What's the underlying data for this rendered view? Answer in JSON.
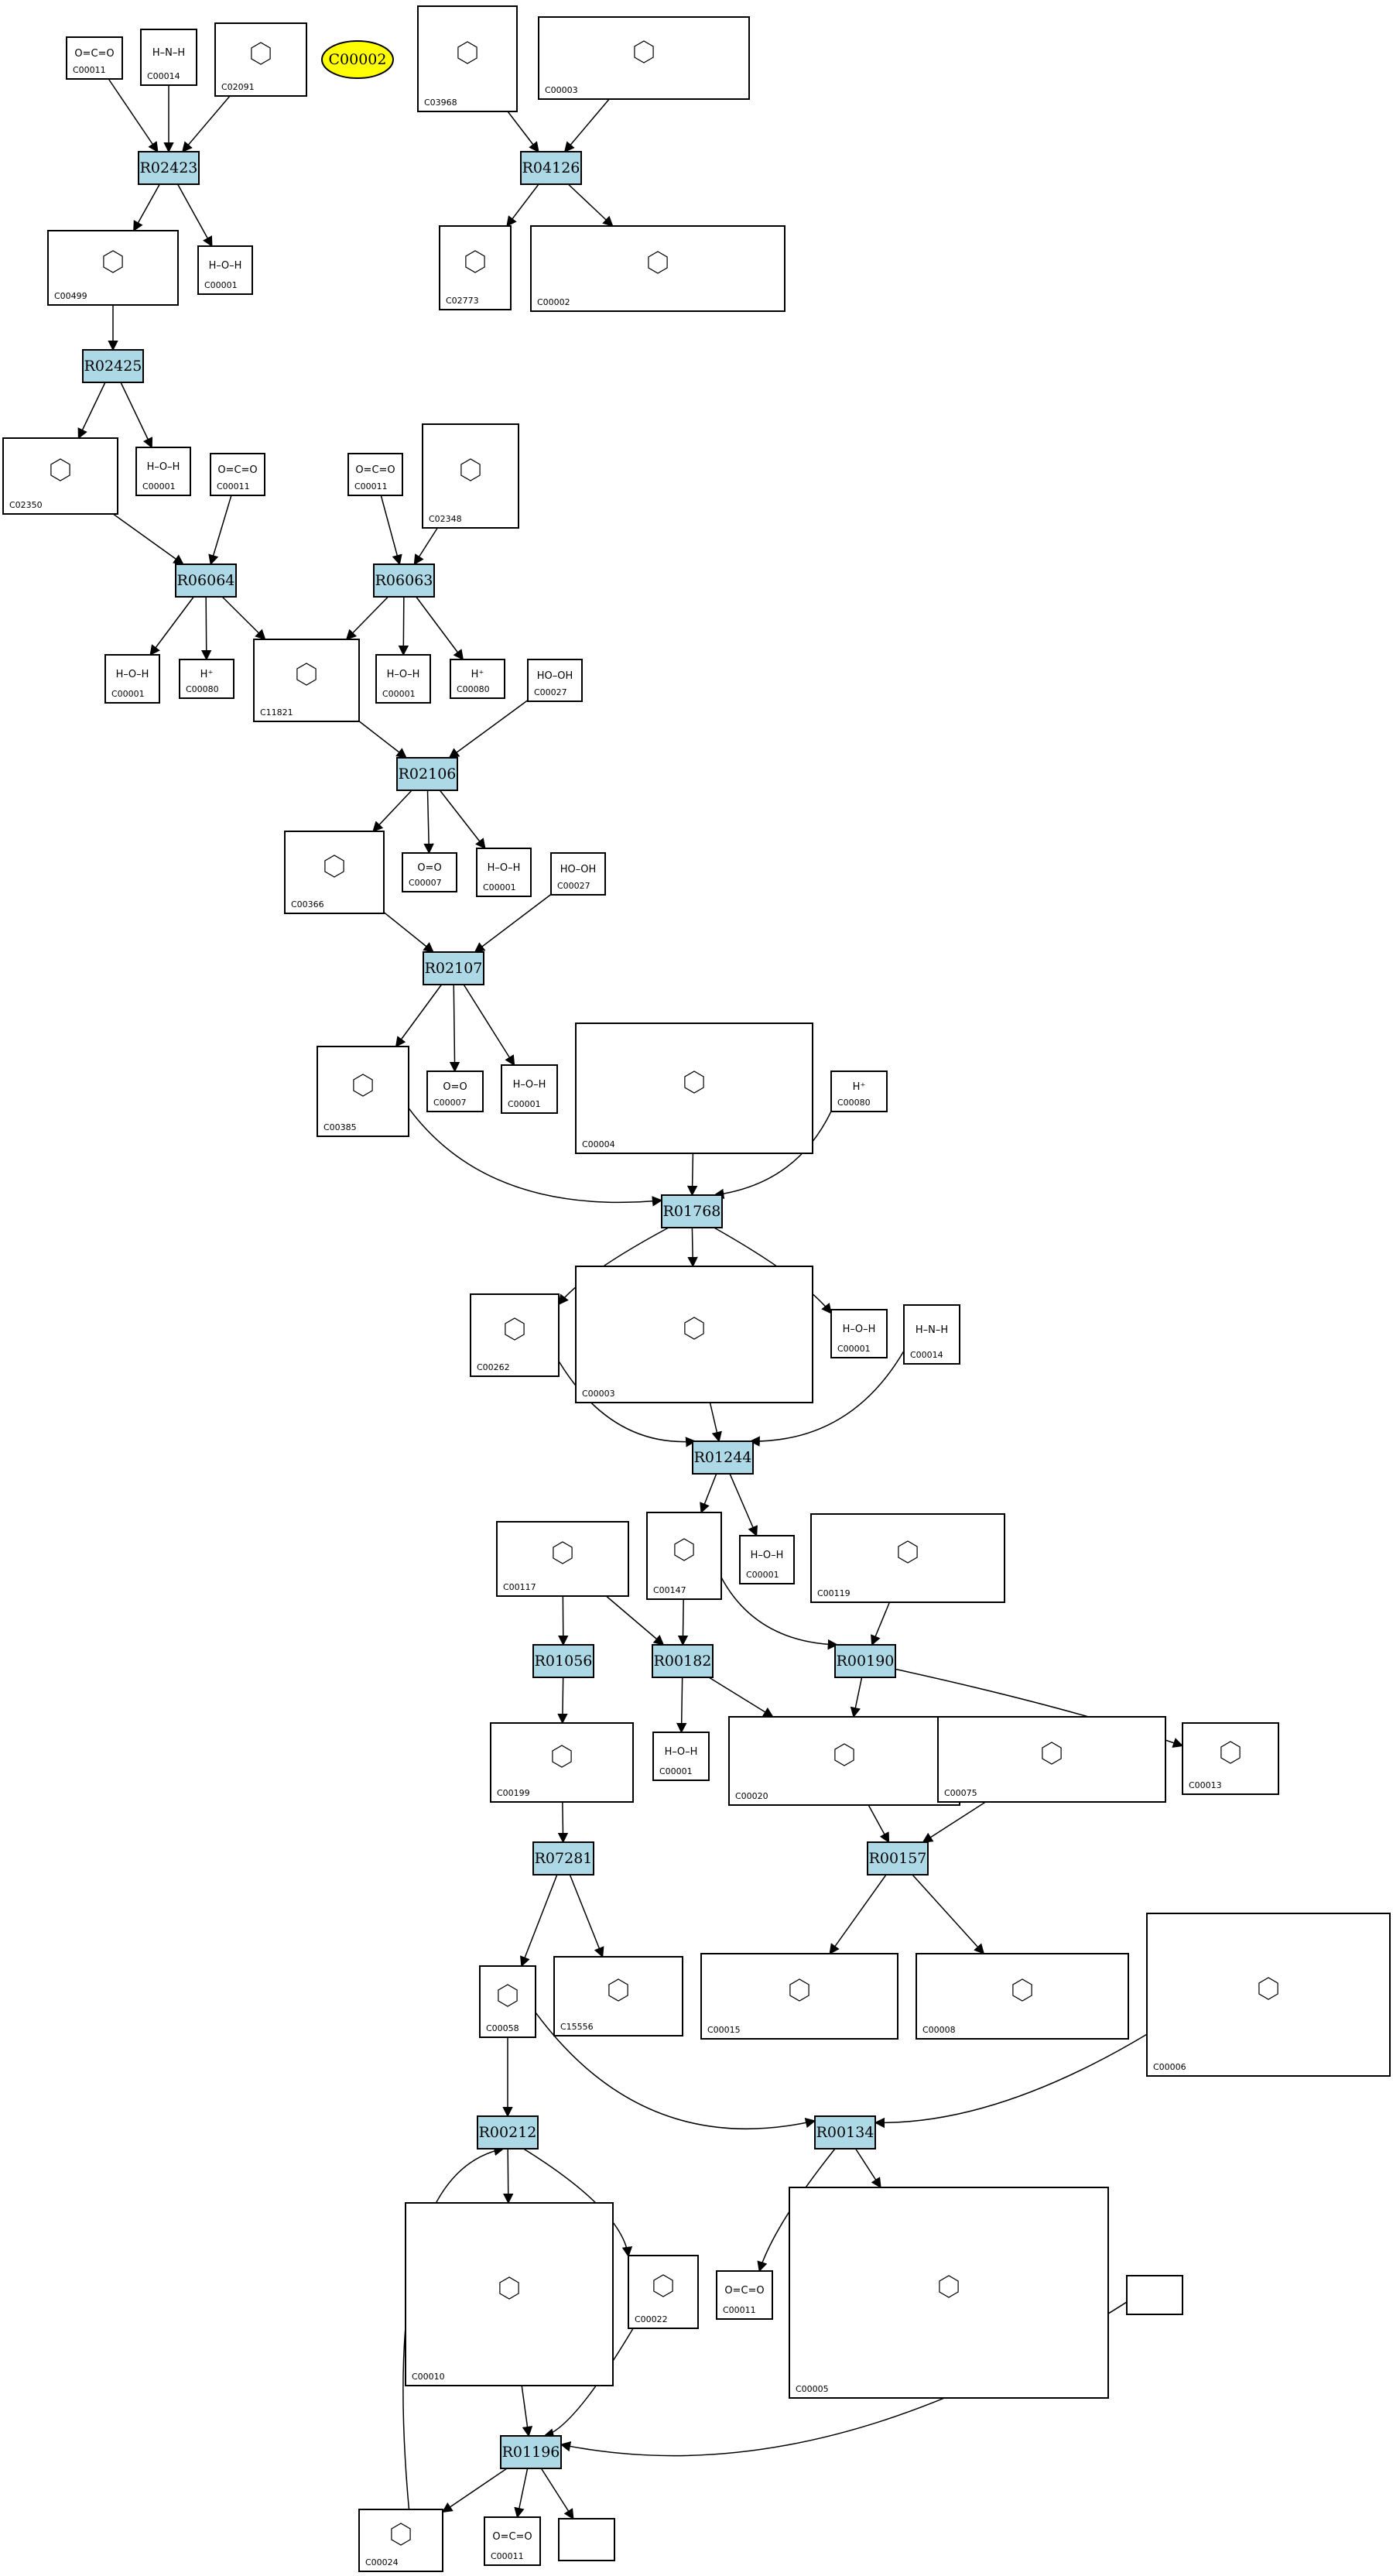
{
  "highlight": {
    "label": "C00002",
    "color": "#ffff00"
  },
  "colors": {
    "reaction_fill": "#add8e6",
    "highlight_fill": "#ffff00"
  },
  "reactions": [
    {
      "id": "R02423",
      "label": "R02423"
    },
    {
      "id": "R04126",
      "label": "R04126"
    },
    {
      "id": "R02425",
      "label": "R02425"
    },
    {
      "id": "R06064",
      "label": "R06064"
    },
    {
      "id": "R06063",
      "label": "R06063"
    },
    {
      "id": "R02106",
      "label": "R02106"
    },
    {
      "id": "R02107",
      "label": "R02107"
    },
    {
      "id": "R01768",
      "label": "R01768"
    },
    {
      "id": "R01244",
      "label": "R01244"
    },
    {
      "id": "R01056",
      "label": "R01056"
    },
    {
      "id": "R00182",
      "label": "R00182"
    },
    {
      "id": "R00190",
      "label": "R00190"
    },
    {
      "id": "R07281",
      "label": "R07281"
    },
    {
      "id": "R00157",
      "label": "R00157"
    },
    {
      "id": "R00212",
      "label": "R00212"
    },
    {
      "id": "R00134",
      "label": "R00134"
    },
    {
      "id": "R01196",
      "label": "R01196"
    }
  ],
  "compounds": [
    {
      "id": "c0",
      "code": "C00011",
      "formula": "O=C=O"
    },
    {
      "id": "c1",
      "code": "C00014",
      "formula": "H–N–H"
    },
    {
      "id": "c2",
      "code": "C02091",
      "formula": ""
    },
    {
      "id": "c3",
      "code": "C03968",
      "formula": ""
    },
    {
      "id": "c4",
      "code": "C00003",
      "formula": ""
    },
    {
      "id": "c5",
      "code": "C00499",
      "formula": ""
    },
    {
      "id": "c6",
      "code": "C00001",
      "formula": "H–O–H"
    },
    {
      "id": "c7",
      "code": "C02773",
      "formula": ""
    },
    {
      "id": "c8",
      "code": "C00002",
      "formula": ""
    },
    {
      "id": "c9",
      "code": "C02350",
      "formula": ""
    },
    {
      "id": "c10",
      "code": "C00001",
      "formula": "H–O–H"
    },
    {
      "id": "c11",
      "code": "C00011",
      "formula": "O=C=O"
    },
    {
      "id": "c12",
      "code": "C00011",
      "formula": "O=C=O"
    },
    {
      "id": "c13",
      "code": "C02348",
      "formula": ""
    },
    {
      "id": "c14",
      "code": "C00001",
      "formula": "H–O–H"
    },
    {
      "id": "c15",
      "code": "C00080",
      "formula": "H⁺"
    },
    {
      "id": "c16",
      "code": "C11821",
      "formula": ""
    },
    {
      "id": "c17",
      "code": "C00001",
      "formula": "H–O–H"
    },
    {
      "id": "c18",
      "code": "C00080",
      "formula": "H⁺"
    },
    {
      "id": "c19",
      "code": "C00027",
      "formula": "HO–OH"
    },
    {
      "id": "c20",
      "code": "C00366",
      "formula": ""
    },
    {
      "id": "c21",
      "code": "C00007",
      "formula": "O=O"
    },
    {
      "id": "c22",
      "code": "C00001",
      "formula": "H–O–H"
    },
    {
      "id": "c23",
      "code": "C00027",
      "formula": "HO–OH"
    },
    {
      "id": "c24",
      "code": "C00385",
      "formula": ""
    },
    {
      "id": "c25",
      "code": "C00007",
      "formula": "O=O"
    },
    {
      "id": "c26",
      "code": "C00001",
      "formula": "H–O–H"
    },
    {
      "id": "c27",
      "code": "C00004",
      "formula": ""
    },
    {
      "id": "c28",
      "code": "C00080",
      "formula": "H⁺"
    },
    {
      "id": "c29",
      "code": "C00262",
      "formula": ""
    },
    {
      "id": "c30",
      "code": "C00003",
      "formula": ""
    },
    {
      "id": "c31",
      "code": "C00001",
      "formula": "H–O–H"
    },
    {
      "id": "c32",
      "code": "C00014",
      "formula": "H–N–H"
    },
    {
      "id": "c33",
      "code": "C00117",
      "formula": ""
    },
    {
      "id": "c34",
      "code": "C00147",
      "formula": ""
    },
    {
      "id": "c35",
      "code": "C00001",
      "formula": "H–O–H"
    },
    {
      "id": "c36",
      "code": "C00119",
      "formula": ""
    },
    {
      "id": "c37",
      "code": "C00199",
      "formula": ""
    },
    {
      "id": "c38",
      "code": "C00001",
      "formula": "H–O–H"
    },
    {
      "id": "c39",
      "code": "C00020",
      "formula": ""
    },
    {
      "id": "c40",
      "code": "C00075",
      "formula": ""
    },
    {
      "id": "c41",
      "code": "C00013",
      "formula": ""
    },
    {
      "id": "c42",
      "code": "C00058",
      "formula": ""
    },
    {
      "id": "c43",
      "code": "C15556",
      "formula": ""
    },
    {
      "id": "c44",
      "code": "C00015",
      "formula": ""
    },
    {
      "id": "c45",
      "code": "C00008",
      "formula": ""
    },
    {
      "id": "c46",
      "code": "C00006",
      "formula": ""
    },
    {
      "id": "c47",
      "code": "C00010",
      "formula": ""
    },
    {
      "id": "c48",
      "code": "C00022",
      "formula": ""
    },
    {
      "id": "c49",
      "code": "C00011",
      "formula": "O=C=O"
    },
    {
      "id": "c50",
      "code": "C00005",
      "formula": ""
    },
    {
      "id": "c51",
      "code": "",
      "formula": ""
    },
    {
      "id": "c52",
      "code": "C00024",
      "formula": ""
    },
    {
      "id": "c53",
      "code": "C00011",
      "formula": "O=C=O"
    },
    {
      "id": "c54",
      "code": "",
      "formula": ""
    }
  ]
}
